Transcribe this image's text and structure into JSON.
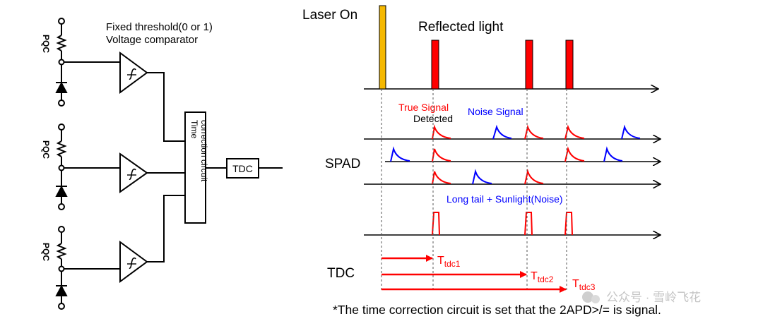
{
  "circuit": {
    "pqc_label": "PQC",
    "comparator_title_line1": "Fixed threshold(0 or 1)",
    "comparator_title_line2": "Voltage comparator",
    "tcc_label_line1": "Time",
    "tcc_label_line2": "correction circuit",
    "tdc_box_label": "TDC"
  },
  "timing": {
    "laser_label": "Laser On",
    "reflected_label": "Reflected light",
    "true_signal_label": "True Signal",
    "detected_label": "Detected",
    "noise_label": "Noise Signal",
    "spad_label": "SPAD",
    "long_tail_label": "Long tail + Sunlight(Noise)",
    "tdc_label": "TDC",
    "tdc1_main": "T",
    "tdc1_sub": "tdc1",
    "tdc2_main": "T",
    "tdc2_sub": "tdc2",
    "tdc3_main": "T",
    "tdc3_sub": "tdc3"
  },
  "footnote": "*The time correction circuit is set that the 2APD>/= is signal.",
  "watermark": "公众号 · 雪岭飞花",
  "colors": {
    "laser": "#f5b800",
    "signal": "#ff0000",
    "noise": "#0000ff",
    "line": "#000000"
  }
}
